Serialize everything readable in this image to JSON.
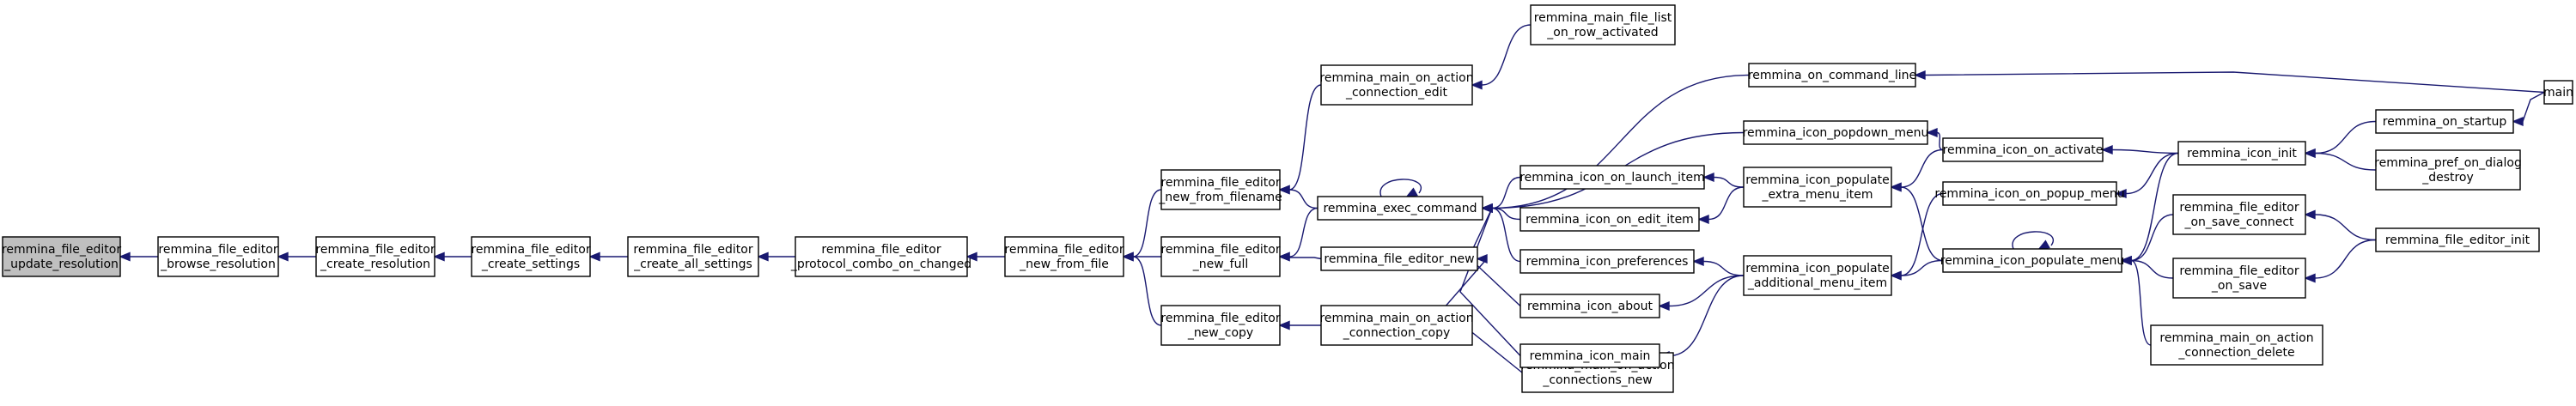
{
  "colors": {
    "edge": "#191970",
    "root_fill": "#bfbfbf",
    "node_fill": "#ffffff",
    "node_border": "#000000"
  },
  "nodes": [
    {
      "id": "update_resolution",
      "lines": [
        "remmina_file_editor",
        "_update_resolution"
      ],
      "root": true
    },
    {
      "id": "browse_resolution",
      "lines": [
        "remmina_file_editor",
        "_browse_resolution"
      ]
    },
    {
      "id": "create_resolution",
      "lines": [
        "remmina_file_editor",
        "_create_resolution"
      ]
    },
    {
      "id": "create_settings",
      "lines": [
        "remmina_file_editor",
        "_create_settings"
      ]
    },
    {
      "id": "create_all_settings",
      "lines": [
        "remmina_file_editor",
        "_create_all_settings"
      ]
    },
    {
      "id": "protocol_combo_on_changed",
      "lines": [
        "remmina_file_editor",
        "_protocol_combo_on_changed"
      ]
    },
    {
      "id": "new_from_file",
      "lines": [
        "remmina_file_editor",
        "_new_from_file"
      ]
    },
    {
      "id": "new_from_filename",
      "lines": [
        "remmina_file_editor",
        "_new_from_filename"
      ]
    },
    {
      "id": "new_full",
      "lines": [
        "remmina_file_editor",
        "_new_full"
      ]
    },
    {
      "id": "new_copy",
      "lines": [
        "remmina_file_editor",
        "_new_copy"
      ]
    },
    {
      "id": "main_on_action_connection_edit",
      "lines": [
        "remmina_main_on_action",
        "_connection_edit"
      ]
    },
    {
      "id": "main_file_list_on_row_activated",
      "lines": [
        "remmina_main_file_list",
        "_on_row_activated"
      ]
    },
    {
      "id": "exec_command",
      "lines": [
        "remmina_exec_command"
      ]
    },
    {
      "id": "file_editor_new",
      "lines": [
        "remmina_file_editor_new"
      ]
    },
    {
      "id": "main_on_action_connection_copy",
      "lines": [
        "remmina_main_on_action",
        "_connection_copy"
      ]
    },
    {
      "id": "main_on_action_connections_new",
      "lines": [
        "remmina_main_on_action",
        "_connections_new"
      ]
    },
    {
      "id": "on_command_line",
      "lines": [
        "remmina_on_command_line"
      ]
    },
    {
      "id": "icon_popdown_menu",
      "lines": [
        "remmina_icon_popdown_menu"
      ]
    },
    {
      "id": "icon_on_launch_item",
      "lines": [
        "remmina_icon_on_launch_item"
      ]
    },
    {
      "id": "icon_on_edit_item",
      "lines": [
        "remmina_icon_on_edit_item"
      ]
    },
    {
      "id": "icon_preferences",
      "lines": [
        "remmina_icon_preferences"
      ]
    },
    {
      "id": "icon_about",
      "lines": [
        "remmina_icon_about"
      ]
    },
    {
      "id": "icon_main",
      "lines": [
        "remmina_icon_main"
      ]
    },
    {
      "id": "icon_populate_extra_menu_item",
      "lines": [
        "remmina_icon_populate",
        "_extra_menu_item"
      ]
    },
    {
      "id": "icon_populate_additional_menu_item",
      "lines": [
        "remmina_icon_populate",
        "_additional_menu_item"
      ]
    },
    {
      "id": "icon_on_activate",
      "lines": [
        "remmina_icon_on_activate"
      ]
    },
    {
      "id": "icon_on_popup_menu",
      "lines": [
        "remmina_icon_on_popup_menu"
      ]
    },
    {
      "id": "icon_populate_menu",
      "lines": [
        "remmina_icon_populate_menu"
      ]
    },
    {
      "id": "icon_init",
      "lines": [
        "remmina_icon_init"
      ]
    },
    {
      "id": "on_startup",
      "lines": [
        "remmina_on_startup"
      ]
    },
    {
      "id": "pref_on_dialog_destroy",
      "lines": [
        "remmina_pref_on_dialog",
        "_destroy"
      ]
    },
    {
      "id": "file_editor_on_save_connect",
      "lines": [
        "remmina_file_editor",
        "_on_save_connect"
      ]
    },
    {
      "id": "file_editor_on_save",
      "lines": [
        "remmina_file_editor",
        "_on_save"
      ]
    },
    {
      "id": "main_on_action_connection_delete",
      "lines": [
        "remmina_main_on_action",
        "_connection_delete"
      ]
    },
    {
      "id": "file_editor_init",
      "lines": [
        "remmina_file_editor_init"
      ]
    },
    {
      "id": "main",
      "lines": [
        "main"
      ]
    }
  ],
  "edges": [
    {
      "from": "browse_resolution",
      "to": "update_resolution"
    },
    {
      "from": "create_resolution",
      "to": "browse_resolution"
    },
    {
      "from": "create_settings",
      "to": "create_resolution"
    },
    {
      "from": "create_all_settings",
      "to": "create_settings"
    },
    {
      "from": "protocol_combo_on_changed",
      "to": "create_all_settings"
    },
    {
      "from": "new_from_file",
      "to": "protocol_combo_on_changed"
    },
    {
      "from": "new_from_filename",
      "to": "new_from_file"
    },
    {
      "from": "new_full",
      "to": "new_from_file"
    },
    {
      "from": "new_copy",
      "to": "new_from_file"
    },
    {
      "from": "main_on_action_connection_edit",
      "to": "new_from_filename"
    },
    {
      "from": "exec_command",
      "to": "new_from_filename"
    },
    {
      "from": "exec_command",
      "to": "new_full"
    },
    {
      "from": "file_editor_new",
      "to": "new_full"
    },
    {
      "from": "main_on_action_connection_copy",
      "to": "new_copy"
    },
    {
      "from": "main_file_list_on_row_activated",
      "to": "main_on_action_connection_edit"
    },
    {
      "from": "exec_command",
      "to": "exec_command"
    },
    {
      "from": "on_command_line",
      "to": "exec_command"
    },
    {
      "from": "icon_popdown_menu",
      "to": "exec_command"
    },
    {
      "from": "icon_on_launch_item",
      "to": "exec_command"
    },
    {
      "from": "icon_on_edit_item",
      "to": "exec_command"
    },
    {
      "from": "icon_preferences",
      "to": "exec_command"
    },
    {
      "from": "icon_about",
      "to": "exec_command"
    },
    {
      "from": "icon_main",
      "to": "exec_command"
    },
    {
      "from": "main_on_action_connections_new",
      "to": "file_editor_new"
    },
    {
      "from": "main",
      "to": "on_command_line"
    },
    {
      "from": "icon_on_activate",
      "to": "icon_popdown_menu"
    },
    {
      "from": "icon_populate_extra_menu_item",
      "to": "icon_on_launch_item"
    },
    {
      "from": "icon_populate_extra_menu_item",
      "to": "icon_on_edit_item"
    },
    {
      "from": "icon_populate_additional_menu_item",
      "to": "icon_preferences"
    },
    {
      "from": "icon_populate_additional_menu_item",
      "to": "icon_about"
    },
    {
      "from": "icon_populate_additional_menu_item",
      "to": "icon_main"
    },
    {
      "from": "icon_on_activate",
      "to": "icon_populate_extra_menu_item"
    },
    {
      "from": "icon_populate_menu",
      "to": "icon_populate_extra_menu_item"
    },
    {
      "from": "icon_on_popup_menu",
      "to": "icon_populate_additional_menu_item"
    },
    {
      "from": "icon_populate_menu",
      "to": "icon_populate_additional_menu_item"
    },
    {
      "from": "icon_init",
      "to": "icon_on_activate"
    },
    {
      "from": "icon_init",
      "to": "icon_on_popup_menu"
    },
    {
      "from": "icon_populate_menu",
      "to": "icon_populate_menu"
    },
    {
      "from": "icon_init",
      "to": "icon_populate_menu"
    },
    {
      "from": "file_editor_on_save_connect",
      "to": "icon_populate_menu"
    },
    {
      "from": "file_editor_on_save",
      "to": "icon_populate_menu"
    },
    {
      "from": "main_on_action_connection_delete",
      "to": "icon_populate_menu"
    },
    {
      "from": "on_startup",
      "to": "icon_init"
    },
    {
      "from": "pref_on_dialog_destroy",
      "to": "icon_init"
    },
    {
      "from": "main",
      "to": "on_startup"
    },
    {
      "from": "file_editor_init",
      "to": "file_editor_on_save_connect"
    },
    {
      "from": "file_editor_init",
      "to": "file_editor_on_save"
    }
  ]
}
